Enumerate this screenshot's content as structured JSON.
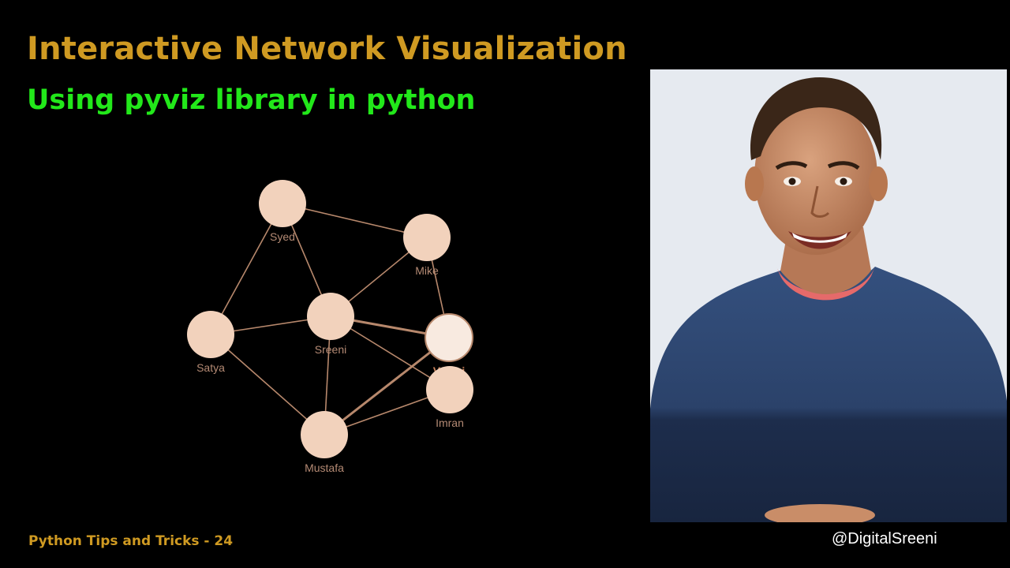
{
  "slide": {
    "title": "Interactive Network Visualization",
    "subtitle": "Using pyviz library in python",
    "series_label": "Python Tips and Tricks - 24",
    "handle": "@DigitalSreeni"
  },
  "colors": {
    "title": "#cf9a22",
    "subtitle": "#22e81a",
    "series_label": "#cf9a22",
    "handle": "#ffffff",
    "node_fill": "#f2d2bc",
    "node_fill_highlight": "#f8eae0",
    "edge": "#b7886c",
    "label": "#b48a74",
    "label_highlight": "#c9825a"
  },
  "network": {
    "nodes": [
      {
        "id": "Syed",
        "label": "Syed",
        "highlight": false
      },
      {
        "id": "Mike",
        "label": "Mike",
        "highlight": false
      },
      {
        "id": "Sreeni",
        "label": "Sreeni",
        "highlight": false
      },
      {
        "id": "Satya",
        "label": "Satya",
        "highlight": false
      },
      {
        "id": "Vamsi",
        "label": "Vamsi",
        "highlight": true
      },
      {
        "id": "Imran",
        "label": "Imran",
        "highlight": false
      },
      {
        "id": "Mustafa",
        "label": "Mustafa",
        "highlight": false
      }
    ],
    "edges": [
      {
        "from": "Syed",
        "to": "Mike",
        "highlight": false
      },
      {
        "from": "Syed",
        "to": "Satya",
        "highlight": false
      },
      {
        "from": "Syed",
        "to": "Sreeni",
        "highlight": false
      },
      {
        "from": "Mike",
        "to": "Sreeni",
        "highlight": false
      },
      {
        "from": "Mike",
        "to": "Vamsi",
        "highlight": false
      },
      {
        "from": "Satya",
        "to": "Sreeni",
        "highlight": false
      },
      {
        "from": "Satya",
        "to": "Mustafa",
        "highlight": false
      },
      {
        "from": "Sreeni",
        "to": "Vamsi",
        "highlight": true
      },
      {
        "from": "Sreeni",
        "to": "Imran",
        "highlight": false
      },
      {
        "from": "Sreeni",
        "to": "Mustafa",
        "highlight": false
      },
      {
        "from": "Vamsi",
        "to": "Mustafa",
        "highlight": true
      },
      {
        "from": "Imran",
        "to": "Mustafa",
        "highlight": false
      }
    ]
  },
  "presenter": {
    "icon": "presenter-photo"
  }
}
